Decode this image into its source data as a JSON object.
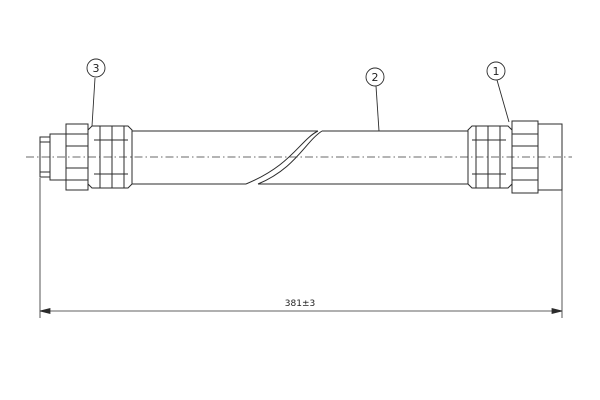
{
  "callouts": {
    "fitting_left": "3",
    "hose": "2",
    "fitting_right": "1"
  },
  "dimension": {
    "overall_length": "381±3"
  },
  "colors": {
    "line": "#2b2b2b",
    "centerline": "#3a3a3a",
    "background": "#ffffff"
  }
}
